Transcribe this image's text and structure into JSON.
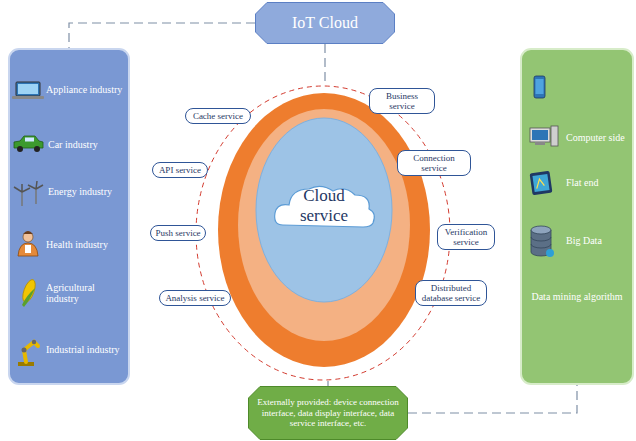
{
  "diagram": {
    "nodes": [
      {
        "text": [
          "IoT Cloud"
        ]
      },
      {
        "text": [
          "Appliance industry",
          "Car industry",
          "Energy industry",
          "Health industry",
          "Agricultural industry",
          "Industrial industry"
        ]
      },
      {
        "text": [
          "Cloud service"
        ]
      },
      {
        "text": [
          "Cache service"
        ]
      },
      {
        "text": [
          "Business service"
        ]
      },
      {
        "text": [
          "API service"
        ]
      },
      {
        "text": [
          "Connection service"
        ]
      },
      {
        "text": [
          "Push service"
        ]
      },
      {
        "text": [
          "Verification service"
        ]
      },
      {
        "text": [
          "Analysis service"
        ]
      },
      {
        "text": [
          "Distributed database service"
        ]
      },
      {
        "text": [
          "Computer side",
          "Flat end",
          "Big Data",
          "Data mining algorithm"
        ]
      },
      {
        "text": [
          "Externally provided: device connection interface, data display interface, data service interface, etc."
        ]
      }
    ],
    "edges": [
      {
        "from": 0,
        "to": 1,
        "arrow": "none"
      },
      {
        "from": 0,
        "to": 2,
        "arrow": "none"
      },
      {
        "from": 12,
        "to": 2,
        "arrow": "none"
      },
      {
        "from": 12,
        "to": 11,
        "arrow": "none"
      }
    ]
  }
}
